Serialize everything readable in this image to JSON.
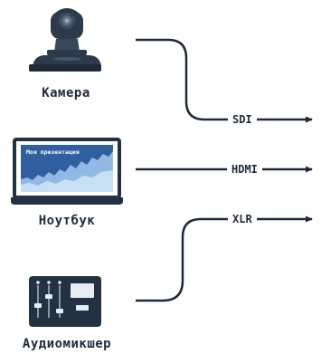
{
  "devices": {
    "camera": {
      "label": "Камера",
      "icon": "ptz-camera-icon"
    },
    "laptop": {
      "label": "Ноутбук",
      "icon": "laptop-icon",
      "screen_title": "Моя презентация"
    },
    "mixer": {
      "label": "Аудиомикшер",
      "icon": "audio-mixer-icon"
    }
  },
  "connections": [
    {
      "label": "SDI",
      "from": "camera"
    },
    {
      "label": "HDMI",
      "from": "laptop"
    },
    {
      "label": "XLR",
      "from": "mixer"
    }
  ],
  "colors": {
    "line": "#1e2a3a",
    "device_dark": "#233142",
    "screen_blue": "#2f5f9f",
    "screen_light": "#9cc3ea"
  }
}
